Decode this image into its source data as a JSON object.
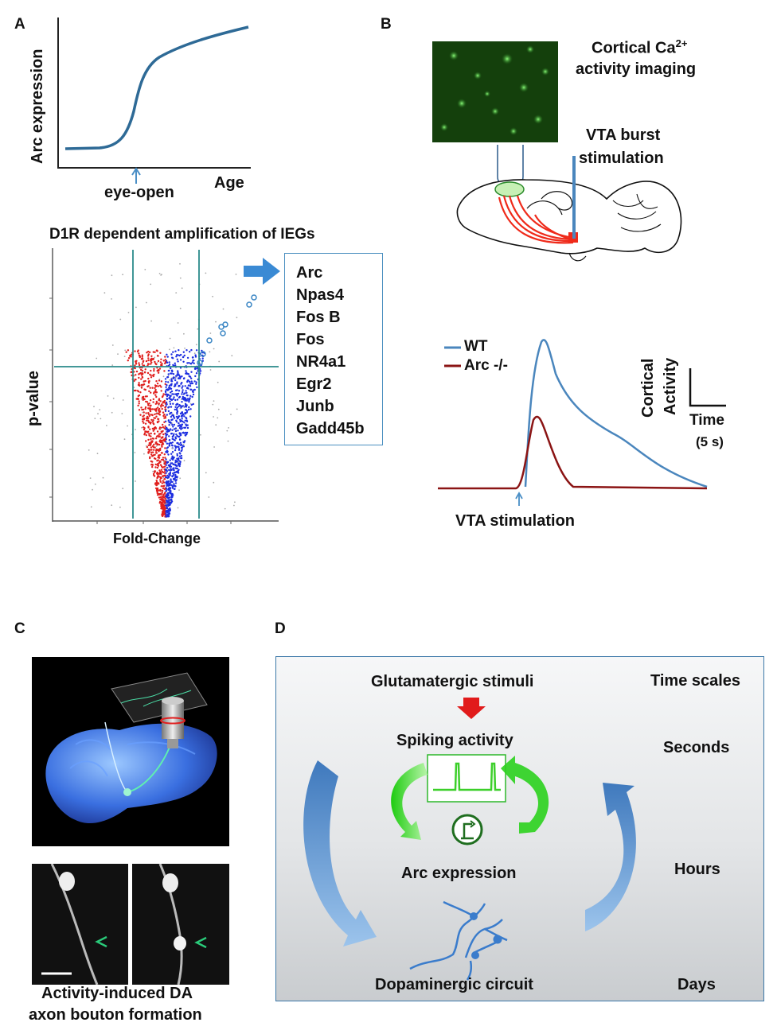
{
  "panels": {
    "A": "A",
    "B": "B",
    "C": "C",
    "D": "D"
  },
  "panel_a": {
    "curve": {
      "ylabel": "Arc expression",
      "xlabel": "Age",
      "marker_label": "eye-open",
      "color": "#2e6a96"
    },
    "volcano": {
      "title": "D1R dependent amplification of IEGs",
      "ylabel": "p-value",
      "xlabel": "Fold-Change",
      "down_color": "#e0201e",
      "up_color": "#1d2ee0",
      "line_color": "#2a8a8a",
      "genes": [
        "Arc",
        "Npas4",
        "Fos B",
        "Fos",
        "NR4a1",
        "Egr2",
        "Junb",
        "Gadd45b"
      ]
    }
  },
  "panel_b": {
    "imaging_label_line1": "Cortical Ca",
    "imaging_label_sup": "2+",
    "imaging_label_line2": "activity imaging",
    "stim_label_line1": "VTA burst",
    "stim_label_line2": "stimulation",
    "legend": [
      {
        "name": "WT",
        "color": "#4a86bd"
      },
      {
        "name": "Arc -/-",
        "color": "#8b1414"
      }
    ],
    "scale_ylabel_line1": "Cortical",
    "scale_ylabel_line2": "Activity",
    "scale_xlabel": "Time",
    "scale_xvalue": "(5 s)",
    "stim_marker_label": "VTA stimulation"
  },
  "panel_c": {
    "caption_line1": "Activity-induced DA",
    "caption_line2": "axon bouton formation"
  },
  "panel_d": {
    "top_stimulus": "Glutamatergic stimuli",
    "spiking": "Spiking activity",
    "arc": "Arc expression",
    "circuit": "Dopaminergic circuit",
    "timescale_header": "Time scales",
    "timescales": [
      "Seconds",
      "Hours",
      "Days"
    ],
    "colors": {
      "green": "#3ccf2a",
      "blue": "#4f86c2",
      "red": "#e11b1b"
    }
  }
}
